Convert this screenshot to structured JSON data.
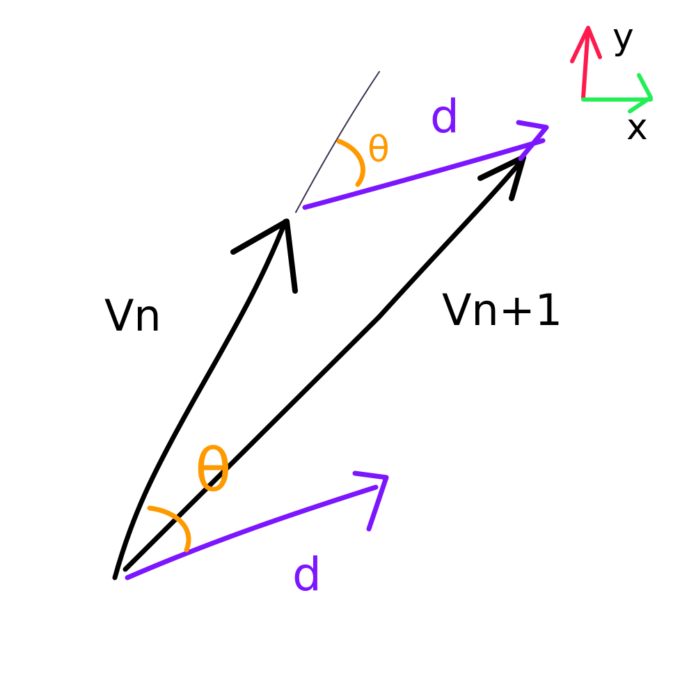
{
  "labels": {
    "vn": "Vn",
    "vn_plus_1": "Vn+1",
    "d_top": "d",
    "d_bottom": "d",
    "theta_top": "θ",
    "theta_bottom": "θ",
    "axis_y": "y",
    "axis_x": "x"
  },
  "colors": {
    "background": "#ffffff",
    "vector": "#000000",
    "d_vector": "#7b16ff",
    "theta": "#ff9900",
    "axis_y": "#ff1a4d",
    "axis_x": "#22ee55",
    "guide_line": "#3a3050"
  }
}
